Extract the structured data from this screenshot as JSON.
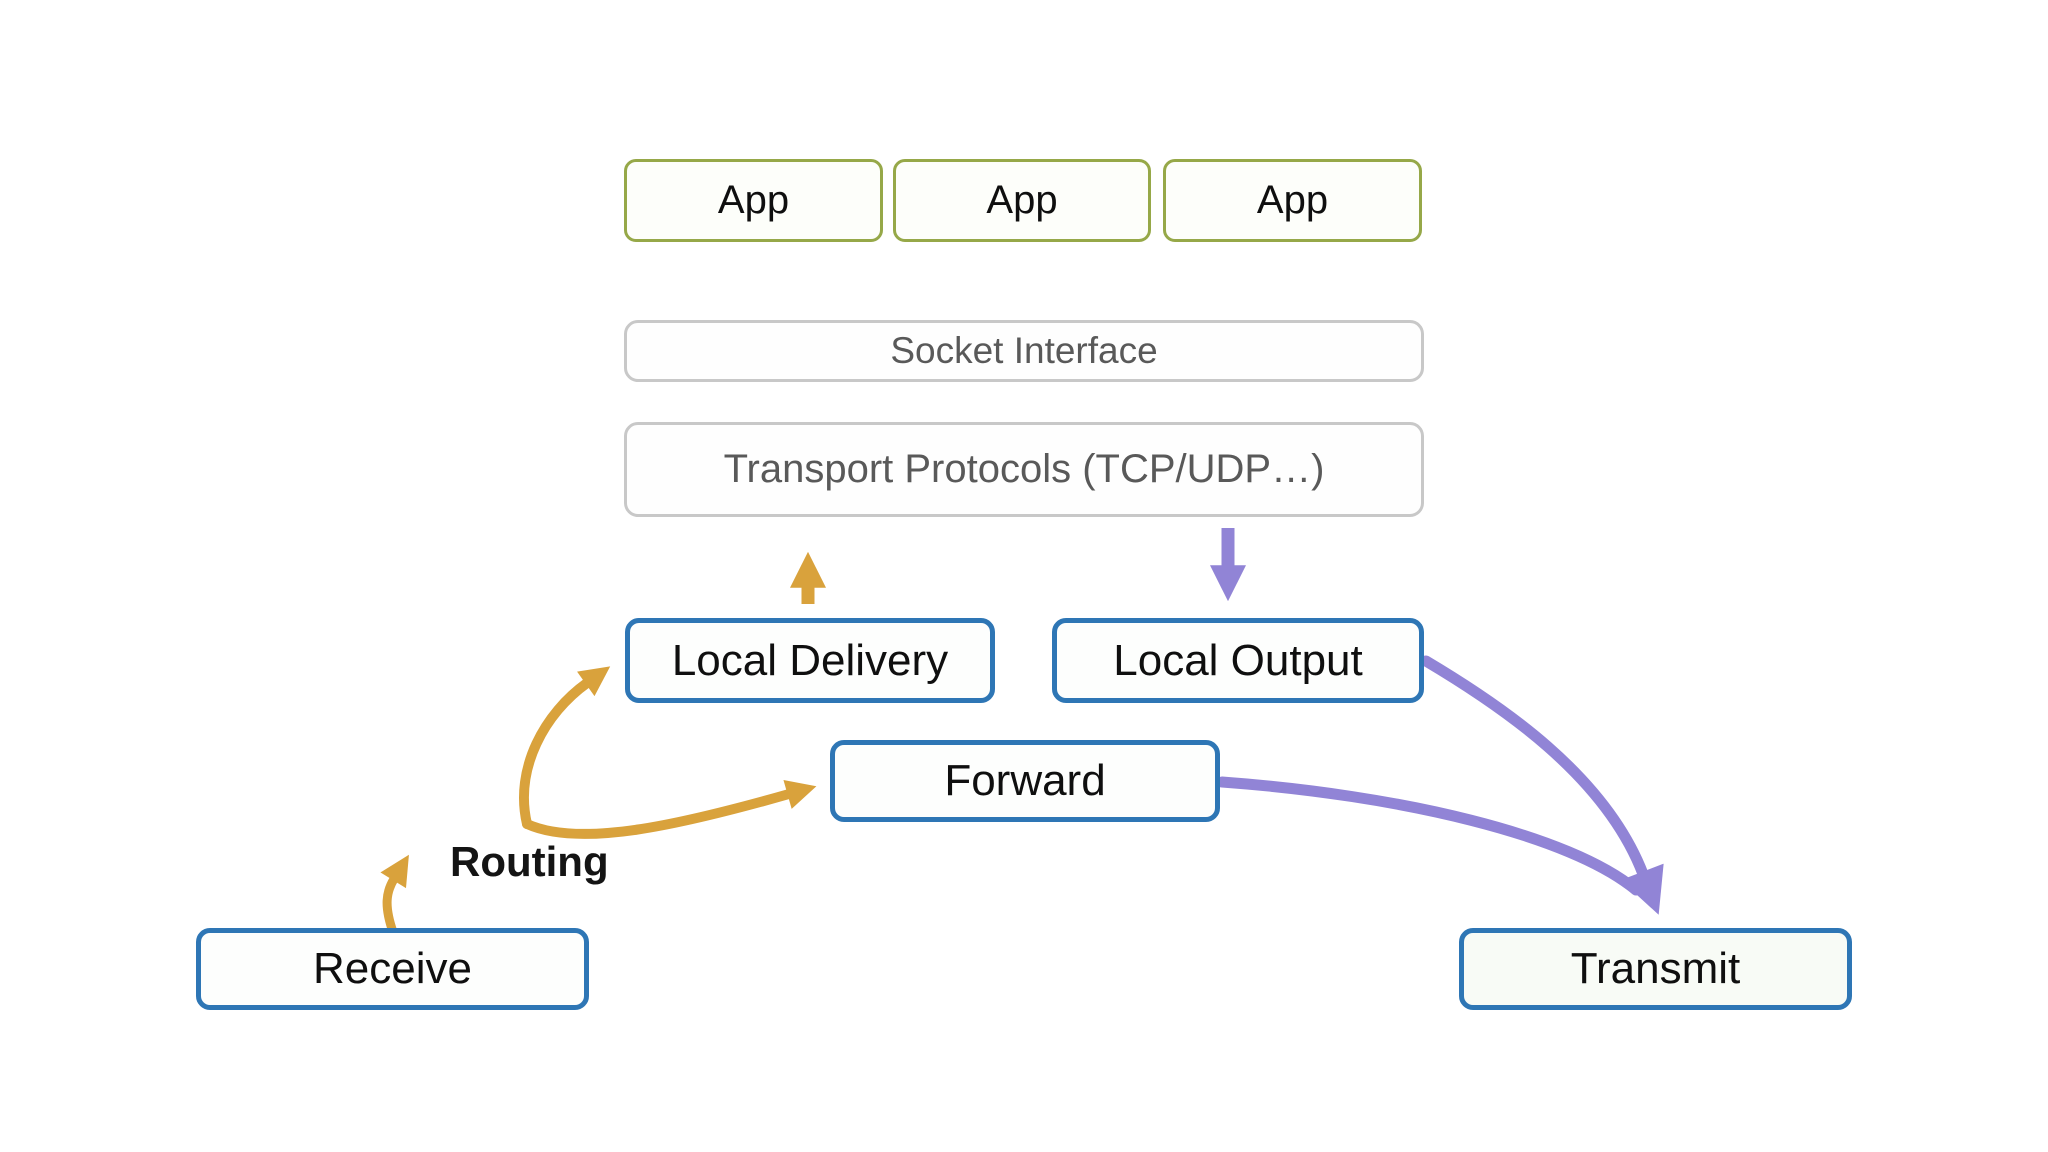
{
  "diagram": {
    "description": "Network stack packet-flow diagram",
    "nodes": {
      "app1": {
        "label": "App"
      },
      "app2": {
        "label": "App"
      },
      "app3": {
        "label": "App"
      },
      "socket": {
        "label": "Socket Interface"
      },
      "transport": {
        "label": "Transport Protocols (TCP/UDP…)"
      },
      "local_delivery": {
        "label": "Local Delivery"
      },
      "local_output": {
        "label": "Local Output"
      },
      "forward": {
        "label": "Forward"
      },
      "receive": {
        "label": "Receive"
      },
      "transmit": {
        "label": "Transmit"
      }
    },
    "labels": {
      "routing": "Routing"
    },
    "edges": [
      {
        "from": "receive",
        "to": "routing",
        "color": "orange"
      },
      {
        "from": "routing",
        "to": "local_delivery",
        "color": "orange"
      },
      {
        "from": "routing",
        "to": "forward",
        "color": "orange"
      },
      {
        "from": "local_delivery",
        "to": "transport",
        "color": "orange"
      },
      {
        "from": "transport",
        "to": "local_output",
        "color": "purple"
      },
      {
        "from": "local_output",
        "to": "transmit",
        "color": "purple"
      },
      {
        "from": "forward",
        "to": "transmit",
        "color": "purple"
      }
    ],
    "colors": {
      "orange_arrow": "#D9A23C",
      "purple_arrow": "#9184D6",
      "blue_box_border": "#2E76B5",
      "olive_box_border": "#96A848",
      "gray_box_border": "#C8C8C8",
      "gray_text": "#595959",
      "black_text": "#0F0F0F",
      "background": "#FFFFFF"
    }
  }
}
